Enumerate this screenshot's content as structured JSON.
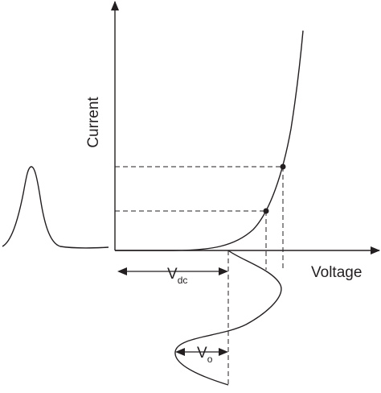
{
  "labels": {
    "y_axis": "Current",
    "x_axis": "Voltage",
    "vdc_main": "V",
    "vdc_sub": "dc",
    "vo_main": "V",
    "vo_sub": "o"
  },
  "colors": {
    "stroke": "#231f20",
    "background": "#ffffff"
  }
}
